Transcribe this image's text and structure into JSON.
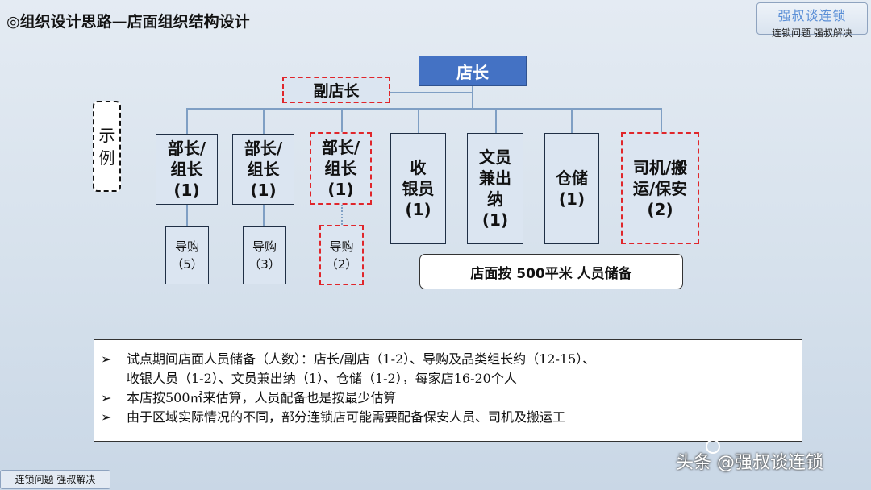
{
  "title": "◎组织设计思路—店面组织结构设计",
  "brand": {
    "main": "强叔谈连锁",
    "sub": "连锁问题  强叔解决"
  },
  "example_label": "示例",
  "manager": "店长",
  "deputy": "副店长",
  "positions": [
    {
      "lines": [
        "部长/",
        "组长",
        "(1)"
      ]
    },
    {
      "lines": [
        "部长/",
        "组长",
        "(1)"
      ]
    },
    {
      "lines": [
        "部长/",
        "组长",
        "(1)"
      ]
    },
    {
      "lines": [
        "收",
        "银员",
        "(1)"
      ]
    },
    {
      "lines": [
        "文员",
        "兼出",
        "纳",
        "(1)"
      ]
    },
    {
      "lines": [
        "仓储",
        "(1)"
      ]
    },
    {
      "lines": [
        "司机/搬",
        "运/保安",
        "(2)"
      ]
    }
  ],
  "guides": [
    {
      "lines": [
        "导购",
        "（5）"
      ]
    },
    {
      "lines": [
        "导购",
        "（3）"
      ]
    },
    {
      "lines": [
        "导购",
        "（2）"
      ]
    }
  ],
  "note": "店面按 500平米 人员储备",
  "bullets": [
    {
      "marker": "➢",
      "lines": [
        "试点期间店面人员储备（人数）：店长/副店（1-2）、导购及品类组长约（12-15）、",
        "收银人员（1-2）、文员兼出纳（1）、仓储（1-2），每家店16-20个人"
      ]
    },
    {
      "marker": "➢",
      "lines": [
        "本店按500㎡来估算，人员配备也是按最少估算"
      ]
    },
    {
      "marker": "➢",
      "lines": [
        "由于区域实际情况的不同，部分连锁店可能需要配备保安人员、司机及搬运工"
      ]
    }
  ],
  "footer": "连锁问题  强叔解决",
  "watermark": "头条 @强叔谈连锁"
}
